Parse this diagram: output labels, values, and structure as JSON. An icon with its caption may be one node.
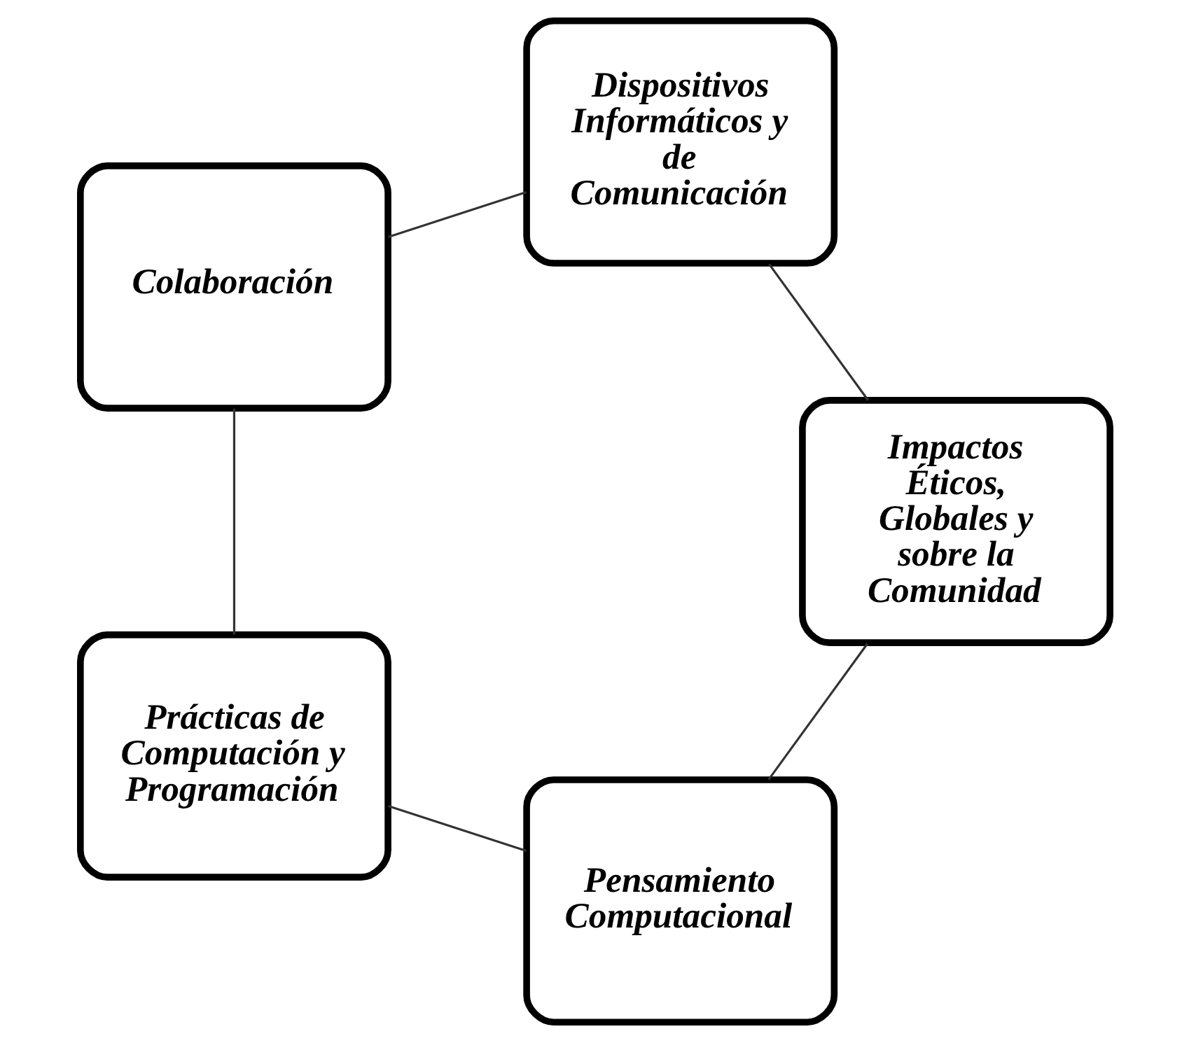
{
  "diagram": {
    "nodes": [
      {
        "text": [
          "Pensamiento Computacional"
        ]
      },
      {
        "text": [
          "Impactos Éticos, Globales y sobre la Comunidad"
        ]
      },
      {
        "text": [
          "Prácticas de Computación y Programación"
        ]
      },
      {
        "text": [
          "Dispositivos Informáticos y de Comunicación"
        ]
      },
      {
        "text": [
          "Colaboración"
        ]
      }
    ],
    "edges": [
      {
        "from": 0,
        "to": 2,
        "arrow": "none"
      },
      {
        "from": 2,
        "to": 4,
        "arrow": "none"
      },
      {
        "from": 4,
        "to": 3,
        "arrow": "none"
      },
      {
        "from": 3,
        "to": 1,
        "arrow": "none"
      },
      {
        "from": 1,
        "to": 0,
        "arrow": "none"
      }
    ]
  }
}
